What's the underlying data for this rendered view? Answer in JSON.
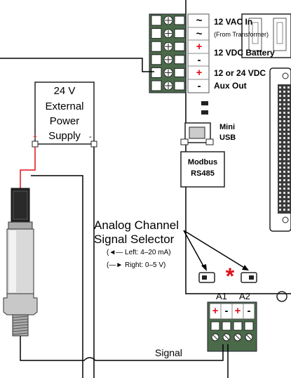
{
  "power_supply": {
    "line1": "24 V",
    "line2": "External",
    "line3": "Power",
    "line4": "Supply",
    "plus": "+",
    "minus": "-"
  },
  "terminals": [
    {
      "symbol": "~",
      "label": "12 VAC In",
      "sublabel": "(From Transformer)"
    },
    {
      "symbol": "~",
      "label": ""
    },
    {
      "symbol": "+",
      "label": "12 VDC Battery"
    },
    {
      "symbol": "-",
      "label": ""
    },
    {
      "symbol": "+",
      "label": "12 or 24 VDC"
    },
    {
      "symbol": "-",
      "label": "Aux Out"
    }
  ],
  "mini_usb": {
    "line1": "Mini",
    "line2": "USB"
  },
  "modbus": {
    "line1": "Modbus",
    "line2": "RS485"
  },
  "selector": {
    "title1": "Analog Channel",
    "title2": "Signal Selector",
    "left": "(◄— Left: 4–20 mA)",
    "right": "(—► Right: 0–5 V)"
  },
  "asterisk": "*",
  "channels": {
    "a1": "A1",
    "a2": "A2"
  },
  "bottom_terminals": [
    "+",
    "-",
    "+",
    "-"
  ],
  "signal_label": "Signal",
  "colors": {
    "wire": "#000000",
    "red": "#e0101a",
    "terminal_green": "#4a6a4a",
    "board": "#ffffff"
  }
}
